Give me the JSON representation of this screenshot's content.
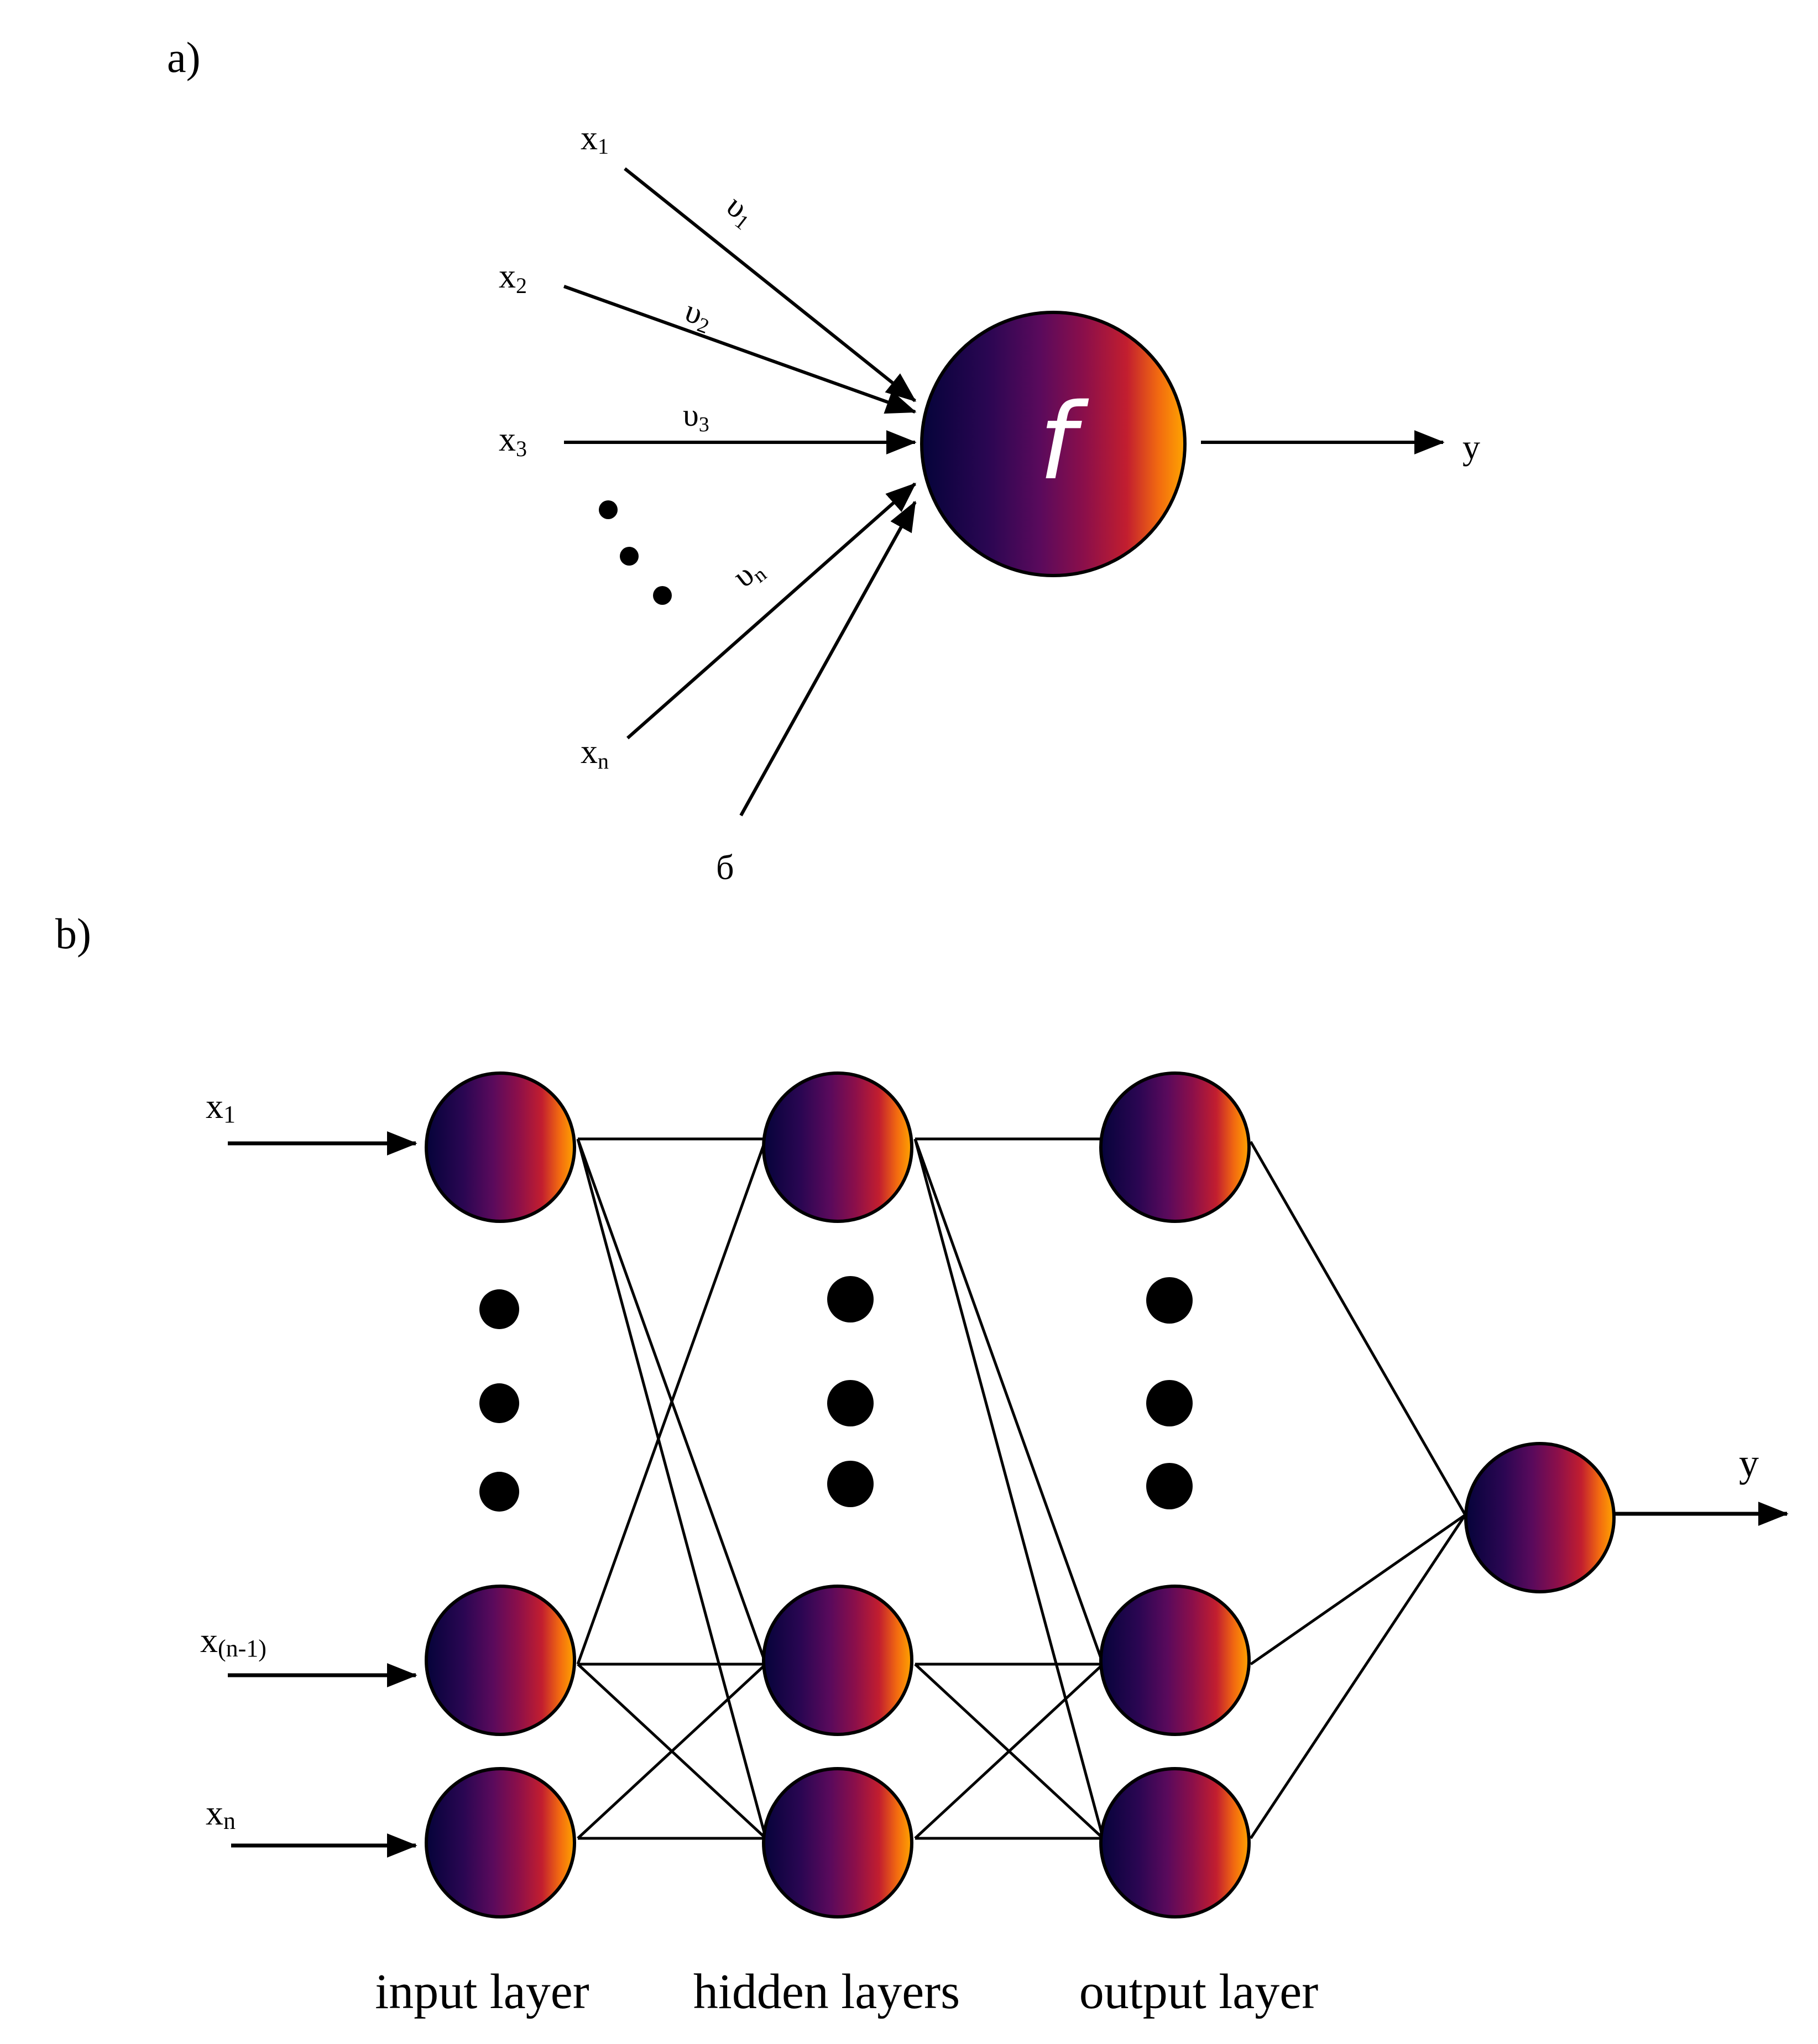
{
  "panel_a": {
    "label": "a)",
    "inputs": [
      {
        "base": "x",
        "sub": "1"
      },
      {
        "base": "x",
        "sub": "2"
      },
      {
        "base": "x",
        "sub": "3"
      },
      {
        "base": "x",
        "sub": "n"
      }
    ],
    "weights": [
      {
        "base": "υ",
        "sub": "1"
      },
      {
        "base": "υ",
        "sub": "2"
      },
      {
        "base": "υ",
        "sub": "3"
      },
      {
        "base": "υ",
        "sub": "n"
      }
    ],
    "bias_label": "б",
    "activation_label": "f",
    "output_label": "y"
  },
  "panel_b": {
    "label": "b)",
    "inputs": [
      {
        "base": "x",
        "sub": "1"
      },
      {
        "base": "x",
        "sub": "(n-1)"
      },
      {
        "base": "x",
        "sub": "n"
      }
    ],
    "output_label": "y",
    "layer_labels": {
      "input": "input layer",
      "hidden": "hidden layers",
      "output": "output layer"
    }
  },
  "colors": {
    "gradient": [
      "#05033a",
      "#2a0652",
      "#5a0a5c",
      "#8c0f4a",
      "#c21e2f",
      "#f26a10",
      "#ffa500"
    ],
    "stroke": "#000000"
  }
}
